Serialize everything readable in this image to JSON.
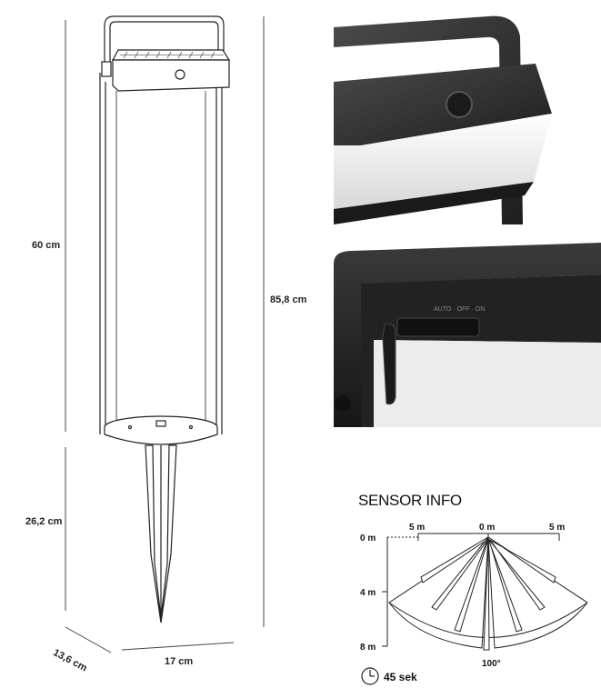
{
  "dimensions": {
    "lamp_height": "60 cm",
    "spike_height": "26,2 cm",
    "total_height": "85,8 cm",
    "depth": "13,6 cm",
    "width": "17 cm"
  },
  "switch_labels": "AUTO · OFF · ON",
  "sensor": {
    "title": "SENSOR INFO",
    "top_left": "5 m",
    "top_center": "0 m",
    "top_right": "5 m",
    "left_0": "0 m",
    "left_4": "4 m",
    "left_8": "8 m",
    "angle": "100°",
    "timer": "45 sek"
  },
  "colors": {
    "frame": "#2b2b2b",
    "panel": "#f2f2f2",
    "line": "#1a1a1a"
  },
  "icons": [
    "clock-icon"
  ]
}
